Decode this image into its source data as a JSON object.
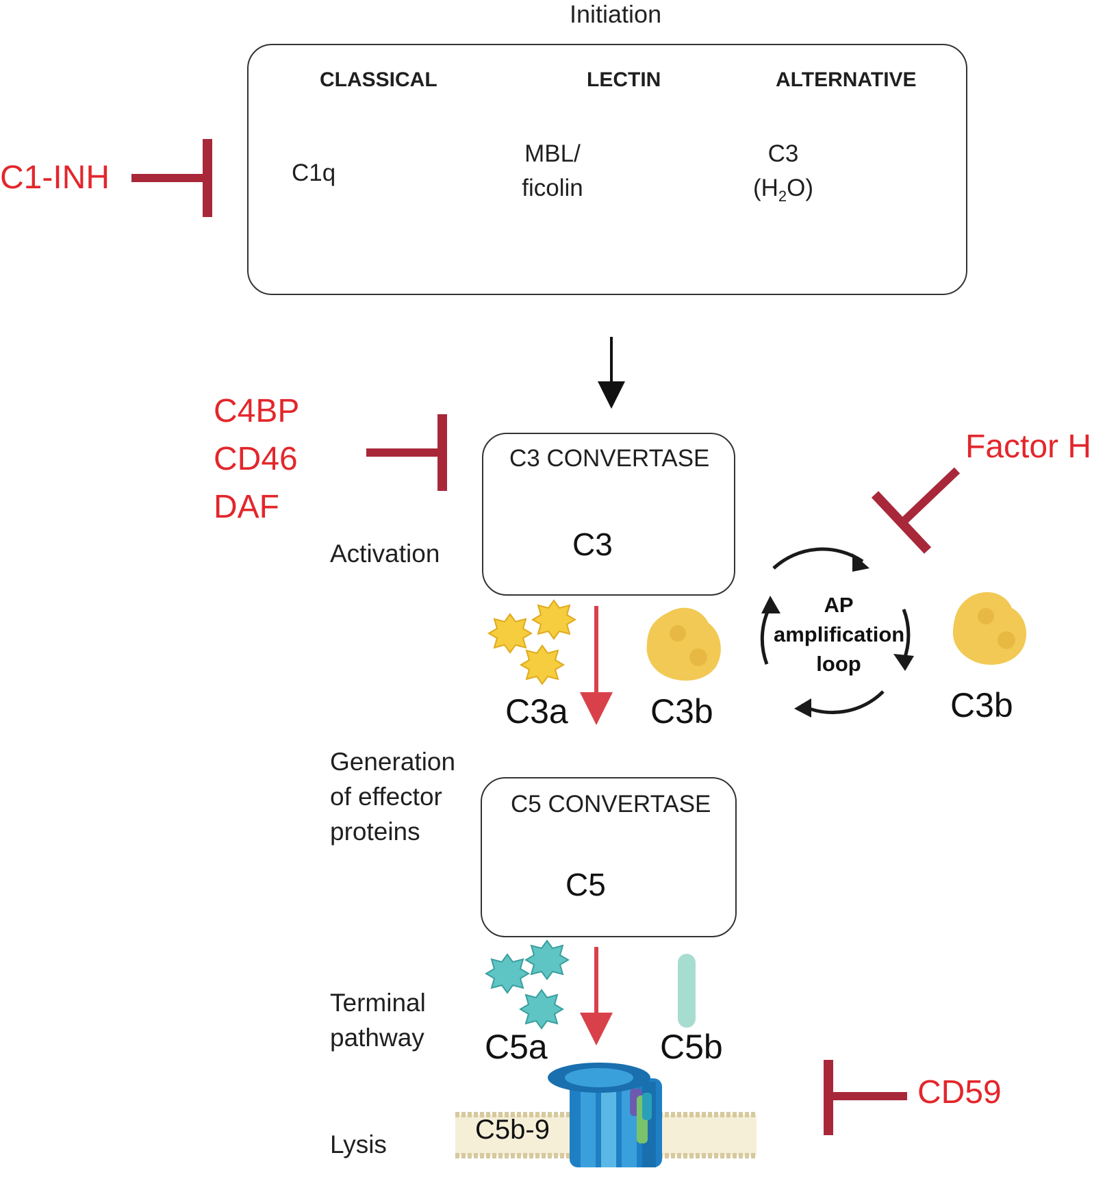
{
  "title": "Initiation",
  "pathways": {
    "classical": {
      "heading": "CLASSICAL",
      "protein": "C1q"
    },
    "lectin": {
      "heading": "LECTIN",
      "protein_line1": "MBL/",
      "protein_line2": "ficolin"
    },
    "alternative": {
      "heading": "ALTERNATIVE",
      "protein_line1": "C3",
      "protein_line2_pre": "(H",
      "protein_line2_sub": "2",
      "protein_line2_post": "O)"
    }
  },
  "stages": {
    "activation": "Activation",
    "generation_1": "Generation",
    "generation_2": "of effector",
    "generation_3": "proteins",
    "terminal_1": "Terminal",
    "terminal_2": "pathway",
    "lysis": "Lysis"
  },
  "c3_convertase": {
    "title": "C3 CONVERTASE",
    "protein": "C3"
  },
  "c5_convertase": {
    "title": "C5 CONVERTASE",
    "protein": "C5"
  },
  "products": {
    "c3a": "C3a",
    "c3b": "C3b",
    "c3b_loop": "C3b",
    "c5a": "C5a",
    "c5b": "C5b",
    "mac": "C5b-9"
  },
  "loop": {
    "line1": "AP",
    "line2": "amplification",
    "line3": "loop"
  },
  "inhibitors": {
    "c1_inh": "C1-INH",
    "c4bp": "C4BP",
    "cd46": "CD46",
    "daf": "DAF",
    "factor_h": "Factor H",
    "cd59": "CD59"
  },
  "colors": {
    "inhibitor_text": "#e3262b",
    "inhibitor_bar": "#a8283a",
    "flow_arrow": "#d9414a",
    "c3": "#c8781e",
    "c3a_c3b": "#f2c954",
    "c5": "#3ba3a8",
    "c5a": "#5fc4c4",
    "c5b": "#a7ddd0",
    "mac": "#1f7fc4",
    "c3_h2o": "#e2728f"
  }
}
